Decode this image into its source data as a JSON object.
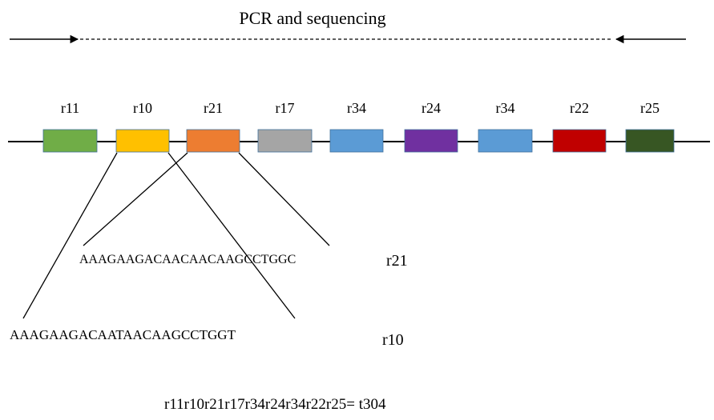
{
  "title": "PCR and sequencing",
  "repeats": [
    {
      "label": "r11",
      "color": "#70ad47"
    },
    {
      "label": "r10",
      "color": "#ffc000"
    },
    {
      "label": "r21",
      "color": "#ed7d31"
    },
    {
      "label": "r17",
      "color": "#a5a5a5"
    },
    {
      "label": "r34",
      "color": "#5b9bd5"
    },
    {
      "label": "r24",
      "color": "#7030a0"
    },
    {
      "label": "r34",
      "color": "#5b9bd5"
    },
    {
      "label": "r22",
      "color": "#c00000"
    },
    {
      "label": "r25",
      "color": "#375623"
    }
  ],
  "sequences": [
    {
      "sequence": "AAAGAAGACAACAACAAGCCTGGC",
      "name": "r21"
    },
    {
      "sequence": "AAAGAAGACAATAACAAGCCTGGT",
      "name": "r10"
    }
  ],
  "formula": "r11r10r21r17r34r24r34r22r25= t304"
}
